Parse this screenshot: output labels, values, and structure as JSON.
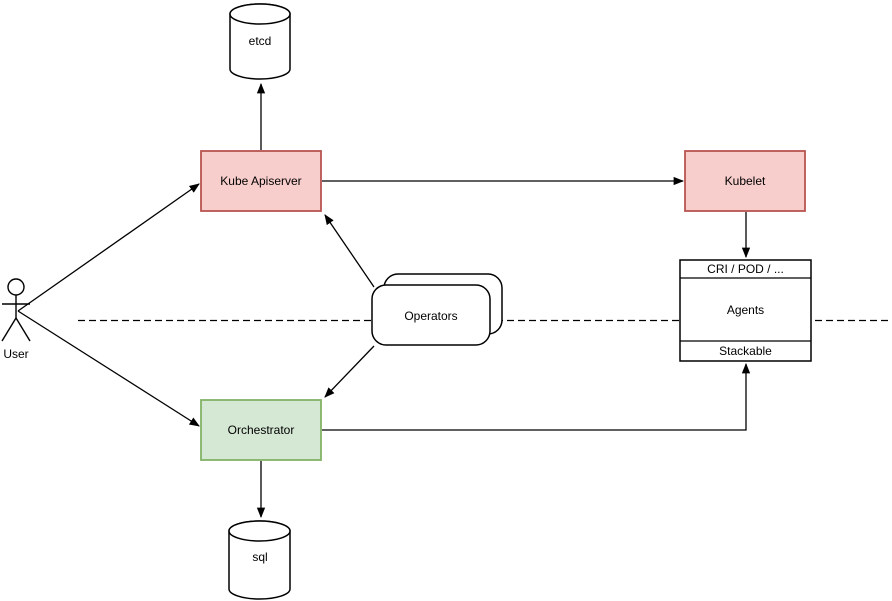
{
  "diagram": {
    "colors": {
      "bg": "#ffffff",
      "line": "#000000",
      "pink_fill": "#f8cecc",
      "pink_stroke": "#b85450",
      "green_fill": "#d5e8d4",
      "green_stroke": "#82b366"
    },
    "nodes": {
      "user": {
        "label": "User"
      },
      "etcd": {
        "label": "etcd"
      },
      "kube_apiserver": {
        "label": "Kube Apiserver"
      },
      "kubelet": {
        "label": "Kubelet"
      },
      "operators": {
        "label": "Operators"
      },
      "orchestrator": {
        "label": "Orchestrator"
      },
      "sql": {
        "label": "sql"
      },
      "agents_stack": {
        "sections": [
          "CRI / POD / ...",
          "Agents",
          "Stackable"
        ]
      }
    }
  }
}
